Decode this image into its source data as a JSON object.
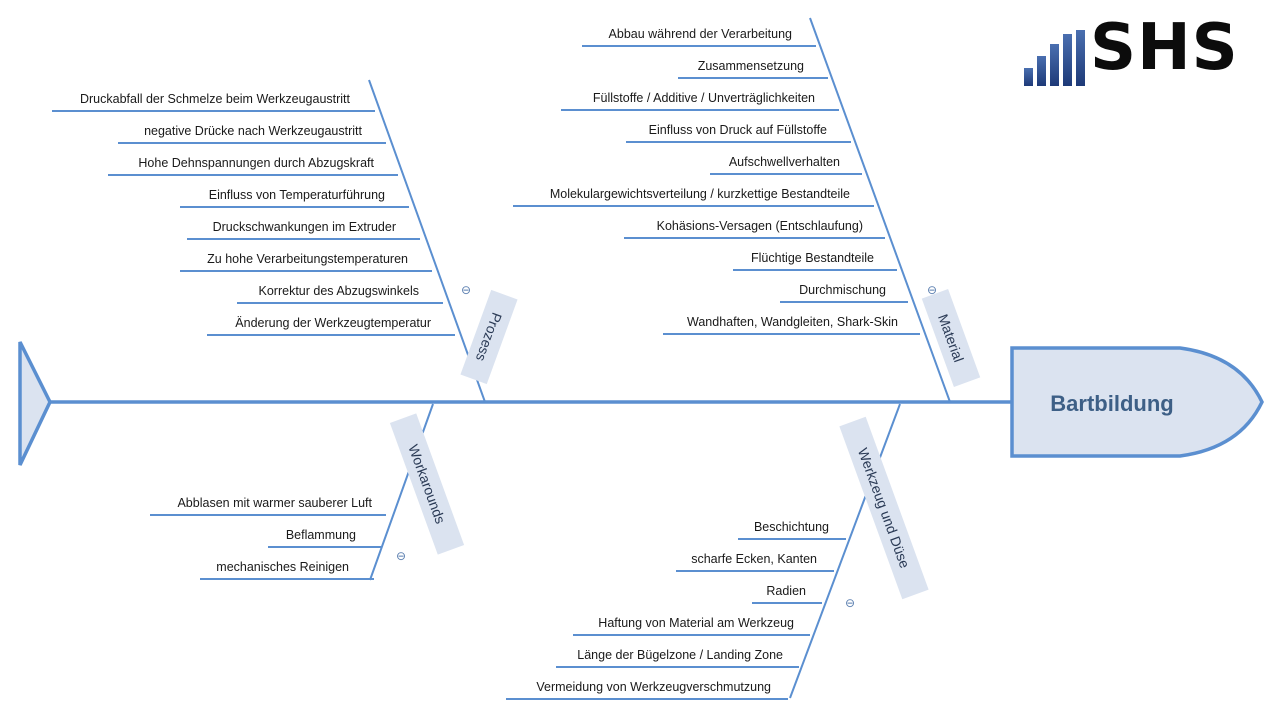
{
  "effect": {
    "label": "Bartbildung"
  },
  "logo": {
    "text": "SHS",
    "color": "#1e3a78"
  },
  "colors": {
    "line": "#5b8fd0",
    "category_box": "#dbe3f0",
    "effect_fill": "#dbe3f0"
  },
  "categories": {
    "prozess": {
      "label": "Prozess",
      "causes": [
        "Druckabfall der Schmelze beim Werkzeugaustritt",
        "negative Drücke nach Werkzeugaustritt",
        "Hohe Dehnspannungen durch Abzugskraft",
        "Einfluss von Temperaturführung",
        "Druckschwankungen im Extruder",
        "Zu hohe Verarbeitungstemperaturen",
        "Korrektur des Abzugswinkels",
        "Änderung der Werkzeugtemperatur"
      ]
    },
    "material": {
      "label": "Material",
      "causes": [
        "Abbau während der Verarbeitung",
        "Zusammensetzung",
        "Füllstoffe / Additive / Unverträglichkeiten",
        "Einfluss von Druck auf Füllstoffe",
        "Aufschwellverhalten",
        "Molekulargewichtsverteilung / kurzkettige Bestandteile",
        "Kohäsions-Versagen (Entschlaufung)",
        "Flüchtige Bestandteile",
        "Durchmischung",
        "Wandhaften, Wandgleiten, Shark-Skin"
      ]
    },
    "workarounds": {
      "label": "Workarounds",
      "causes": [
        "Abblasen mit warmer sauberer Luft",
        "Beflammung",
        "mechanisches Reinigen"
      ]
    },
    "werkzeug": {
      "label": "Werkzeug und Düse",
      "causes": [
        "Beschichtung",
        "scharfe Ecken, Kanten",
        "Radien",
        "Haftung von Material am Werkzeug",
        "Länge der Bügelzone / Landing Zone",
        "Vermeidung von Werkzeugverschmutzung"
      ]
    }
  },
  "collapse_icon": "minus-circle-icon"
}
